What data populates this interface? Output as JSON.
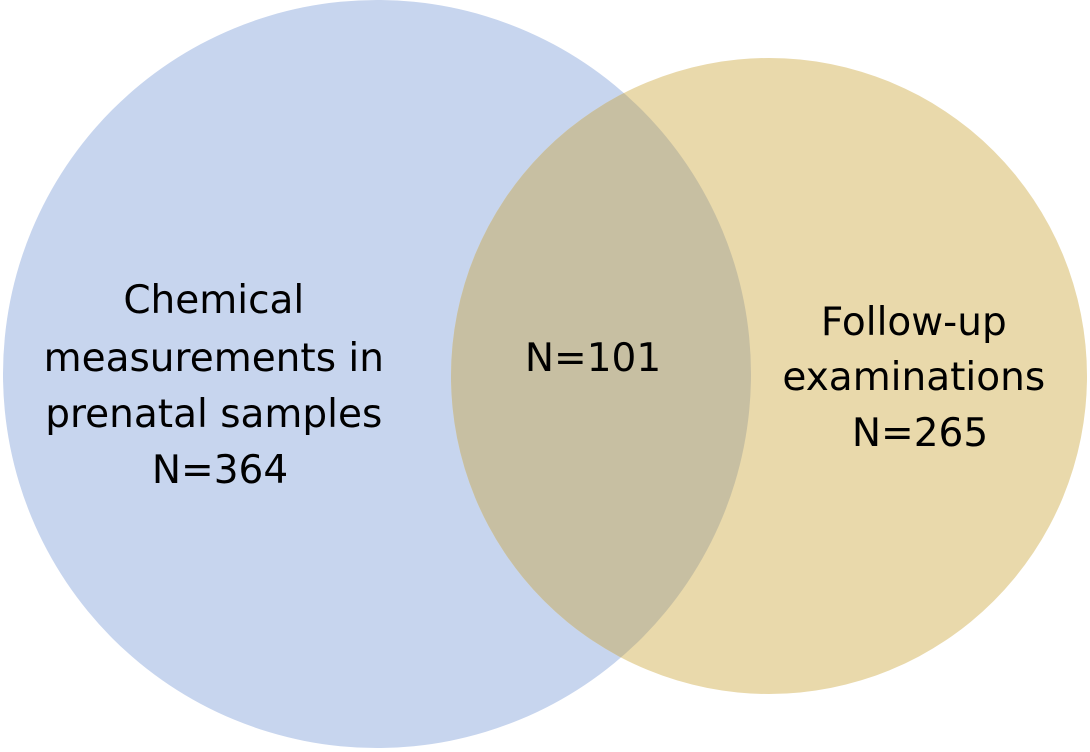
{
  "sets": [
    {
      "name_lines": [
        "Chemical",
        "measurements in",
        "prenatal samples"
      ],
      "count": "N=364",
      "color": "#c7d5ee"
    },
    {
      "name_lines": [
        "Follow-up",
        "examinations"
      ],
      "count": "N=265",
      "color": "#e9d9ab"
    }
  ],
  "intersection": {
    "count": "N=101",
    "color": "#c7bfa2"
  }
}
